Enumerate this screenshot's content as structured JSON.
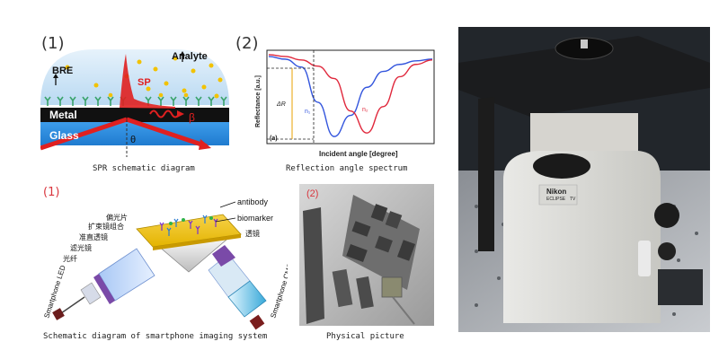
{
  "spr": {
    "number": "(1)",
    "analyte": "Analyte",
    "bre": "BRE",
    "sp": "SP",
    "metal": "Metal",
    "glass": "Glass",
    "beta": "β",
    "theta": "θ",
    "caption": "SPR schematic diagram"
  },
  "spectrum": {
    "number": "(2)",
    "ylabel": "Reflectance [a.u.]",
    "xlabel": "Incident angle [degree]",
    "delta": "ΔR",
    "n1": "n₁",
    "n2": "n₂",
    "panel_letter": "(a)",
    "caption": "Reflection angle spectrum"
  },
  "imaging": {
    "number": "(1)",
    "antibody": "antibody",
    "biomarker": "biomarker",
    "left_labels": [
      "偏光片",
      "扩束镜组合",
      "准直透镜",
      "滤光镜",
      "光纤"
    ],
    "lens_label": "透镜",
    "smartphone_led": "Smartphone LED",
    "smartphone_cmos": "Smartphone CMOS",
    "caption": "Schematic diagram of smartphone imaging system"
  },
  "physical": {
    "number": "(2)",
    "caption": "Physical picture"
  },
  "microscope": {
    "brand": "Nikon",
    "model": "ECLIPSE",
    "series": "TV"
  },
  "colors": {
    "red": "#e02020",
    "blue_glass": "#2f8fe0",
    "metal": "#111111",
    "gold": "#f2c200",
    "bre_green": "#3aa36a",
    "curve_blue": "#3355dd",
    "curve_red": "#e0283c"
  },
  "chart_data": {
    "type": "line",
    "title": "",
    "xlabel": "Incident angle [degree]",
    "ylabel": "Reflectance [a.u.]",
    "series": [
      {
        "name": "n₁",
        "x": [
          0,
          1,
          2,
          3,
          4,
          5,
          6,
          7,
          8,
          9,
          10
        ],
        "values": [
          0.97,
          0.94,
          0.85,
          0.45,
          0.06,
          0.3,
          0.62,
          0.8,
          0.88,
          0.92,
          0.94
        ]
      },
      {
        "name": "n₂",
        "x": [
          0,
          1,
          2,
          3,
          4,
          5,
          6,
          7,
          8,
          9,
          10
        ],
        "values": [
          0.99,
          0.97,
          0.93,
          0.86,
          0.72,
          0.35,
          0.1,
          0.4,
          0.74,
          0.88,
          0.93
        ]
      }
    ]
  }
}
